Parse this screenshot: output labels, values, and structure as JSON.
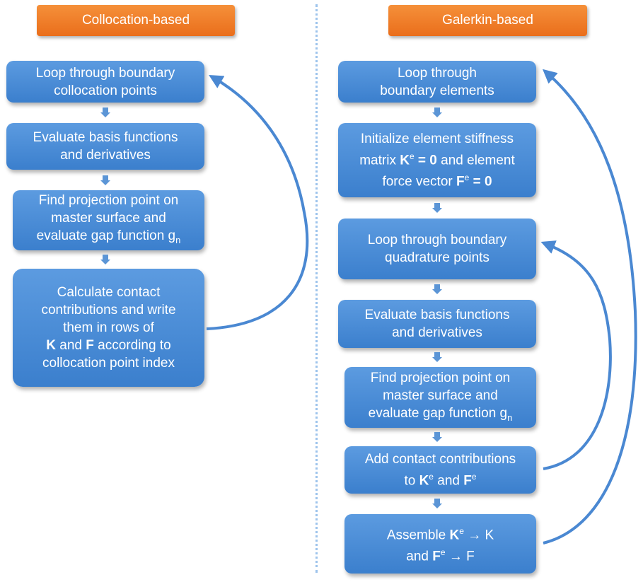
{
  "left": {
    "header": "Collocation-based",
    "boxes": [
      {
        "lines": [
          "Loop through boundary",
          "collocation points"
        ]
      },
      {
        "lines": [
          "Evaluate basis functions",
          "and derivatives"
        ]
      },
      {
        "lines": [
          "Find projection point on",
          "master surface and",
          "evaluate gap function g"
        ],
        "subscript": "n"
      },
      {
        "lines": [
          "Calculate contact",
          "contributions and write",
          "them in rows of"
        ],
        "bold_a": "K",
        "and_word": " and ",
        "bold_b": "F",
        "tail": " according to",
        "last_line": "collocation point index"
      }
    ]
  },
  "right": {
    "header": "Galerkin-based",
    "box1": {
      "lines": [
        "Loop through",
        "boundary elements"
      ]
    },
    "box2": {
      "line1": "Initialize element stiffness",
      "l2_pre": "matrix ",
      "l2_sym": "K",
      "l2_sup": "e",
      "l2_eq": " = 0",
      "l2_post": " and element",
      "l3_pre": "force vector ",
      "l3_sym": "F",
      "l3_sup": "e",
      "l3_eq": " = 0"
    },
    "box3": {
      "lines": [
        "Loop through boundary",
        "quadrature points"
      ]
    },
    "box4": {
      "lines": [
        "Evaluate basis functions",
        "and derivatives"
      ]
    },
    "box5": {
      "lines": [
        "Find projection point on",
        "master surface and",
        "evaluate gap function g"
      ],
      "subscript": "n"
    },
    "box6": {
      "line1": "Add contact contributions",
      "l2_pre": "to ",
      "sym_a": "K",
      "sup_a": "e",
      "and_word": " and ",
      "sym_b": "F",
      "sup_b": "e"
    },
    "box7": {
      "l1_pre": "Assemble ",
      "sym_a": "K",
      "sup_a": "e",
      "l1_post": " → K",
      "l2_pre": "and ",
      "sym_b": "F",
      "sup_b": "e",
      "l2_post": " → F"
    }
  },
  "colors": {
    "box": "#4a8ad6",
    "header": "#f07c27",
    "arrow": "#5b95d6",
    "divider": "#9ec4ec"
  }
}
